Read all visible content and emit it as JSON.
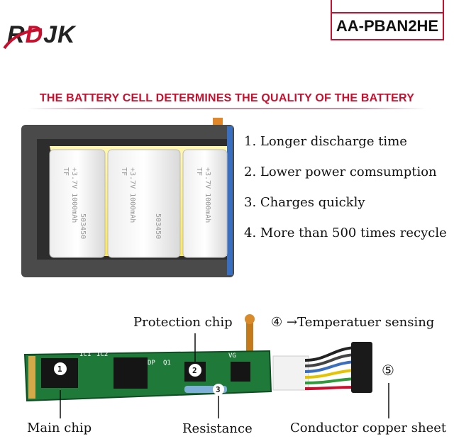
{
  "brand": {
    "name_left": "R",
    "name_mid": "D",
    "name_right": "JK"
  },
  "model": "AA-PBAN2HE",
  "headline": "THE BATTERY CELL DETERMINES THE QUALITY OF THE BATTERY",
  "features": [
    "1. Longer discharge time",
    "2. Lower power comsumption",
    "3. Charges quickly",
    "4. More than 500 times recycle"
  ],
  "cell_print": {
    "line1": "+3.7V 1000mAh",
    "line2": "503450",
    "brand": "TF"
  },
  "pcb_labels": {
    "protection_chip": "Protection chip",
    "temperature_marker": "④",
    "temperature_label": "→Temperatuer sensing",
    "main_chip": "Main chip",
    "resistance": "Resistance",
    "conductor": "Conductor copper sheet",
    "conductor_marker": "⑤",
    "marker1": "1",
    "marker2": "2",
    "marker3": "3",
    "silk_ic1": "IC1",
    "silk_ic2": "IC2",
    "silk_dp": "DP",
    "silk_q1": "Q1",
    "silk_vg": "VG"
  }
}
